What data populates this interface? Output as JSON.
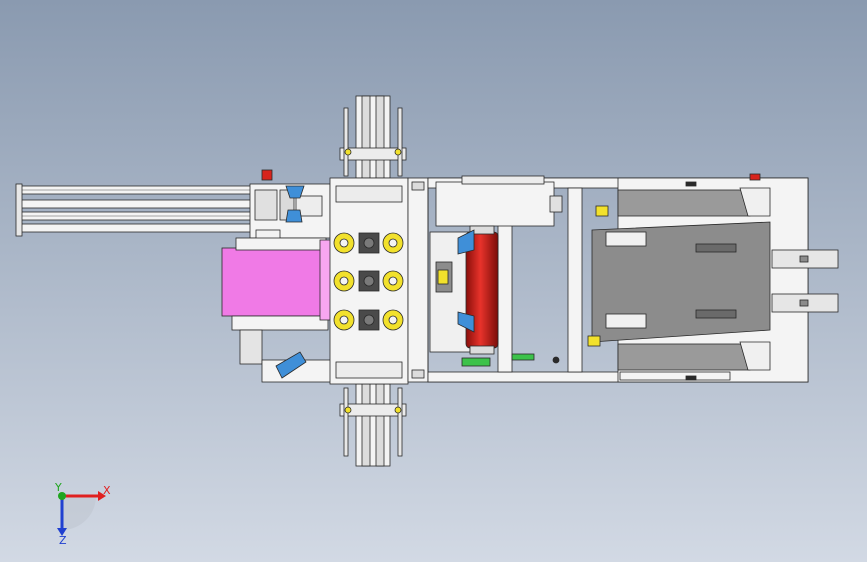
{
  "viewport": {
    "background_top": "#8a9ab0",
    "background_bottom": "#d2d9e4"
  },
  "model": {
    "frame_color": "#f4f4f4",
    "line_color": "#2a2a2a",
    "gray_part_color": "#8c8c8c",
    "pink_part_color": "#f07ae6",
    "red_cylinder_color": "#d8231c",
    "yellow_part_color": "#f2e12c",
    "blue_part_color": "#3f8fd8",
    "green_part_color": "#3cc24a"
  },
  "triad": {
    "x_label": "X",
    "y_label": "Y",
    "z_label": "Z",
    "x_color": "#e02020",
    "y_color": "#1fa51f",
    "z_color": "#2040d0"
  }
}
